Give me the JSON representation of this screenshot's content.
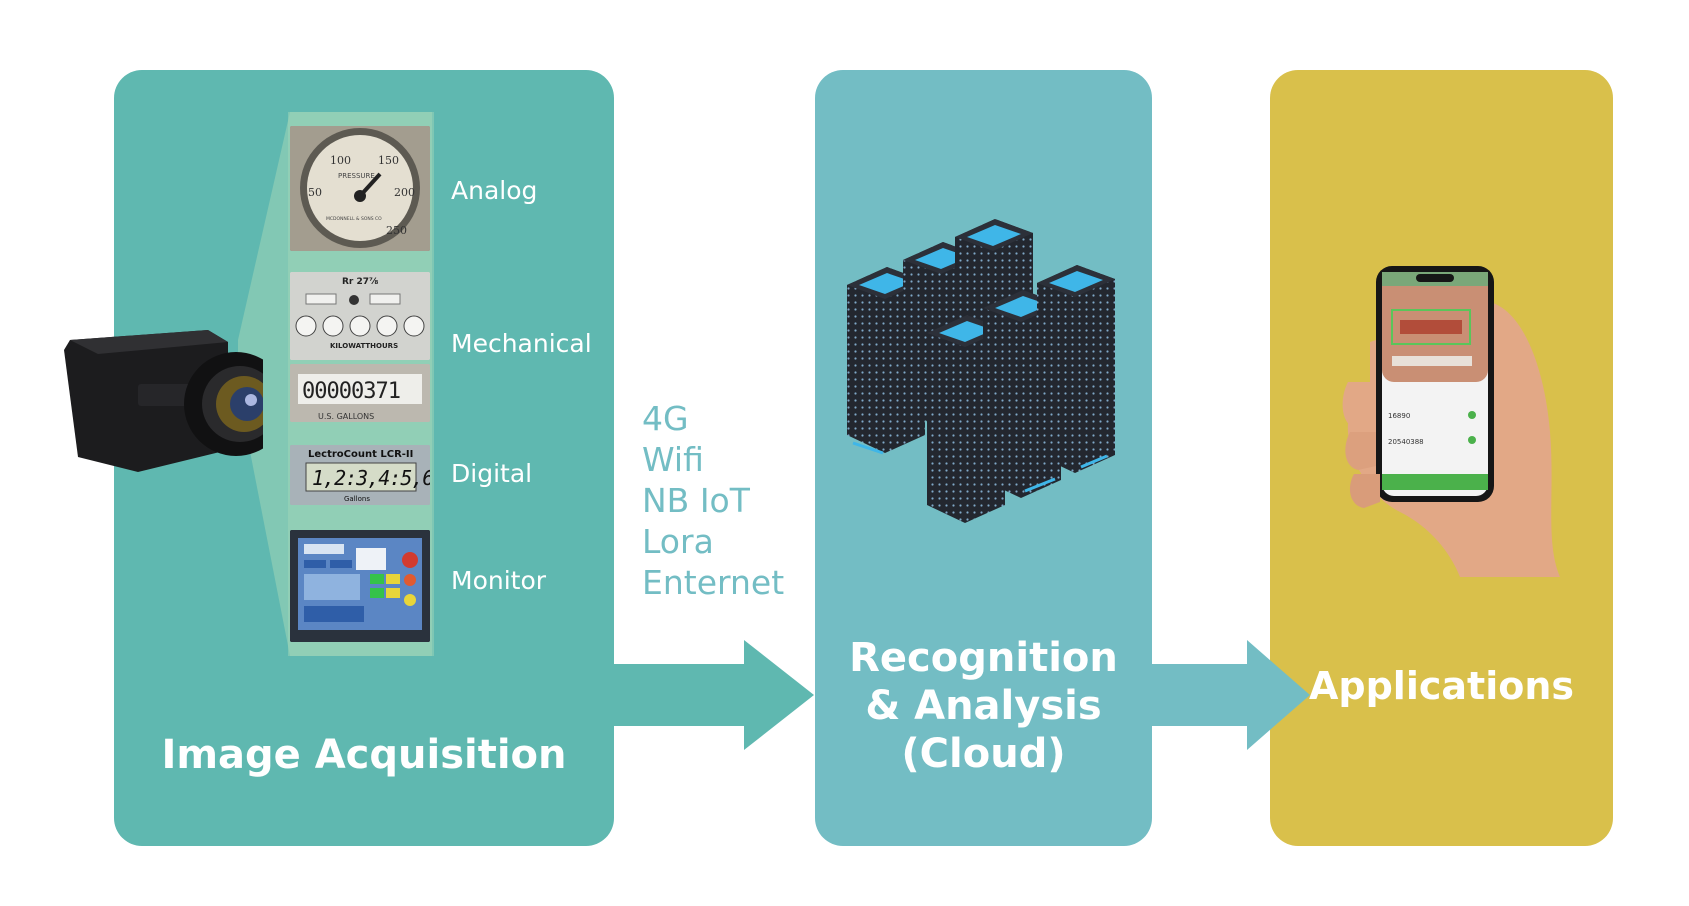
{
  "stages": {
    "acquisition": {
      "title": "Image Acquisition"
    },
    "recognition": {
      "line1": "Recognition",
      "line2": "& Analysis",
      "line3": "(Cloud)"
    },
    "applications": {
      "title": "Applications"
    }
  },
  "meter_types": [
    "Analog",
    "Mechanical",
    "Digital",
    "Monitor"
  ],
  "connectivity": [
    "4G",
    "Wifi",
    "NB IoT",
    "Lora",
    "Enternet"
  ],
  "thumbnails": {
    "analog": {
      "gauge_label": "PRESSURE",
      "ticks": [
        "50",
        "100",
        "150",
        "200",
        "250"
      ],
      "maker": "MCDONNELL & SONS CO"
    },
    "mechanical": {
      "header": "Rr 27⅞",
      "dial_caption": "KILOWATTHOURS",
      "counter": "00000371",
      "counter_caption": "U.S. GALLONS"
    },
    "digital": {
      "brand": "LectroCount LCR-II",
      "reading": "1,2:3,4:5,6",
      "unit": "Gallons"
    }
  },
  "phone": {
    "reading1": "16890",
    "reading2": "20540388"
  },
  "colors": {
    "acquisition_panel": "#5fb8b0",
    "cloud_panel": "#73bdc4",
    "applications_panel": "#d9c04b",
    "network_text": "#73bdc4",
    "server_screen": "#3fb6e8"
  }
}
